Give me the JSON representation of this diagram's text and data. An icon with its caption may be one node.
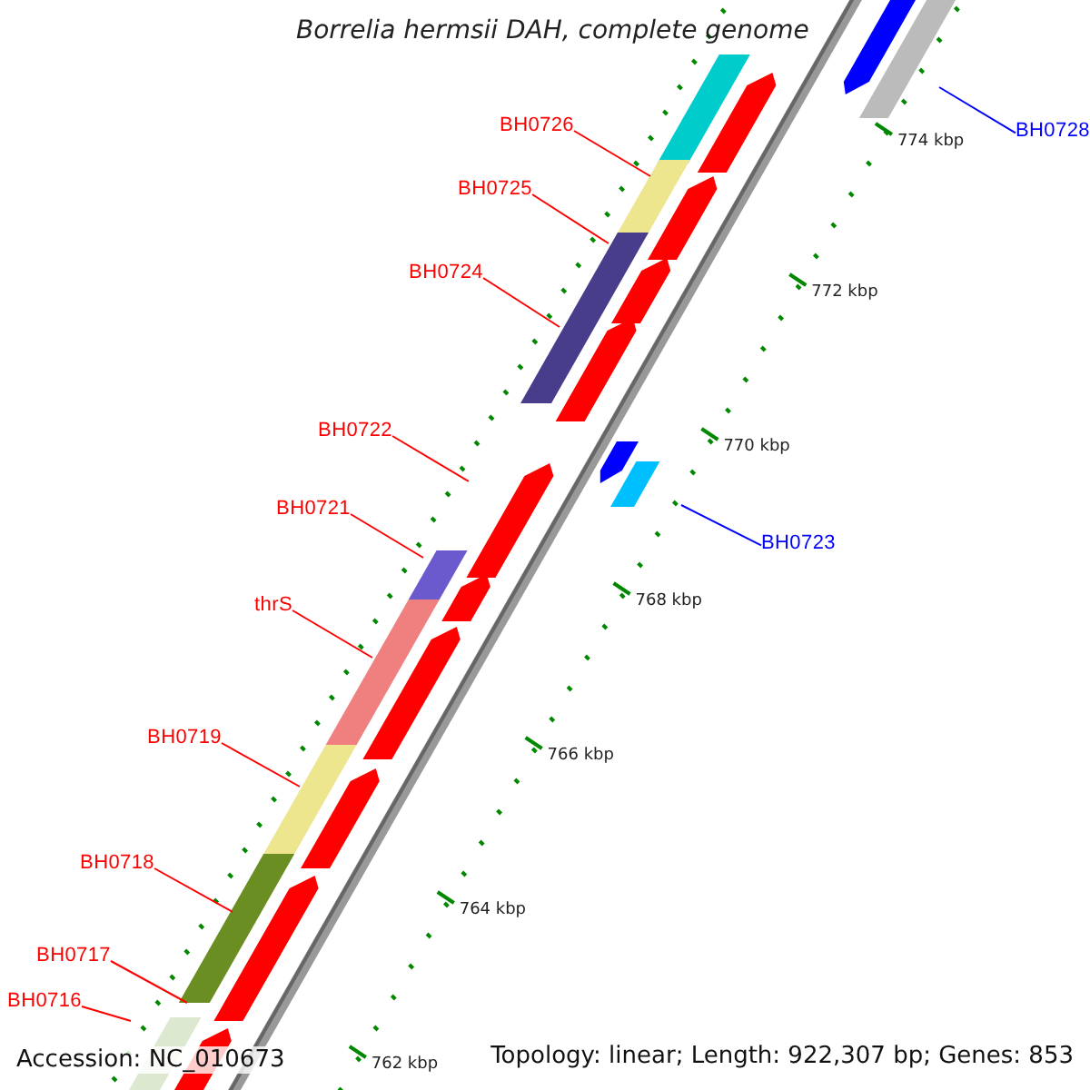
{
  "diagram": {
    "title": "Borrelia hermsii DAH, complete genome",
    "nodes": [
      {
        "text": [
          "BH0726"
        ]
      },
      {
        "text": [
          "BH0728"
        ]
      },
      {
        "text": [
          "BH0725"
        ]
      },
      {
        "text": [
          "BH0724"
        ]
      },
      {
        "text": [
          "BH0722"
        ]
      },
      {
        "text": [
          "BH0721"
        ]
      },
      {
        "text": [
          "BH0723"
        ]
      },
      {
        "text": [
          "thrS"
        ]
      },
      {
        "text": [
          "BH0719"
        ]
      },
      {
        "text": [
          "BH0718"
        ]
      },
      {
        "text": [
          "BH0717"
        ]
      },
      {
        "text": [
          "BH0716"
        ]
      }
    ],
    "edges": [
      {
        "from": 0,
        "to": null,
        "arrow": "none"
      },
      {
        "from": 1,
        "to": null,
        "arrow": "none",
        "color": "#0000ff"
      },
      {
        "from": 2,
        "to": null,
        "arrow": "none"
      },
      {
        "from": 3,
        "to": null,
        "arrow": "none"
      },
      {
        "from": 4,
        "to": null,
        "arrow": "none"
      },
      {
        "from": 5,
        "to": null,
        "arrow": "none"
      },
      {
        "from": 6,
        "to": null,
        "arrow": "none",
        "color": "#0000ff"
      },
      {
        "from": 7,
        "to": null,
        "arrow": "none"
      },
      {
        "from": 8,
        "to": null,
        "arrow": "none"
      },
      {
        "from": 9,
        "to": null,
        "arrow": "none"
      },
      {
        "from": 10,
        "to": null,
        "arrow": "none"
      },
      {
        "from": 11,
        "to": null,
        "arrow": "none"
      }
    ],
    "labels": [
      "774 kbp",
      "772 kbp",
      "770 kbp",
      "768 kbp",
      "766 kbp",
      "764 kbp",
      "762 kbp",
      "Accession: NC_010673",
      "Topology: linear; Length: 922,307 bp; Genes: 853"
    ]
  }
}
